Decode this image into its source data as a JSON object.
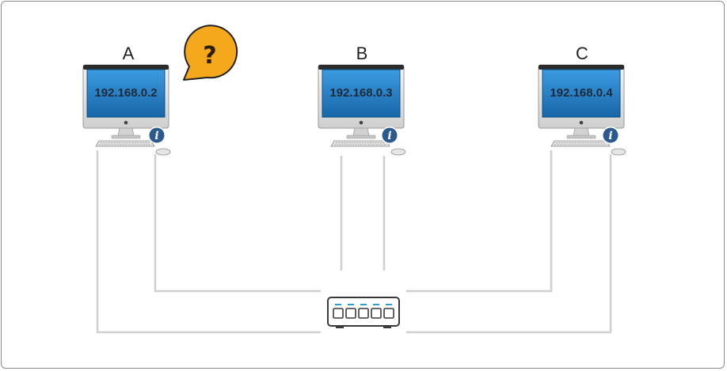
{
  "hosts": [
    {
      "label": "A",
      "ip": "192.168.0.2"
    },
    {
      "label": "B",
      "ip": "192.168.0.3"
    },
    {
      "label": "C",
      "ip": "192.168.0.4"
    }
  ],
  "callout": {
    "symbol": "?"
  },
  "info_symbol": "i",
  "colors": {
    "screen": "#1f7fc4",
    "callout": "#f5a81c",
    "info_badge": "#2c5a8e",
    "cable": "#cfcfcf",
    "switch_port_led": "#2a9bd8"
  }
}
